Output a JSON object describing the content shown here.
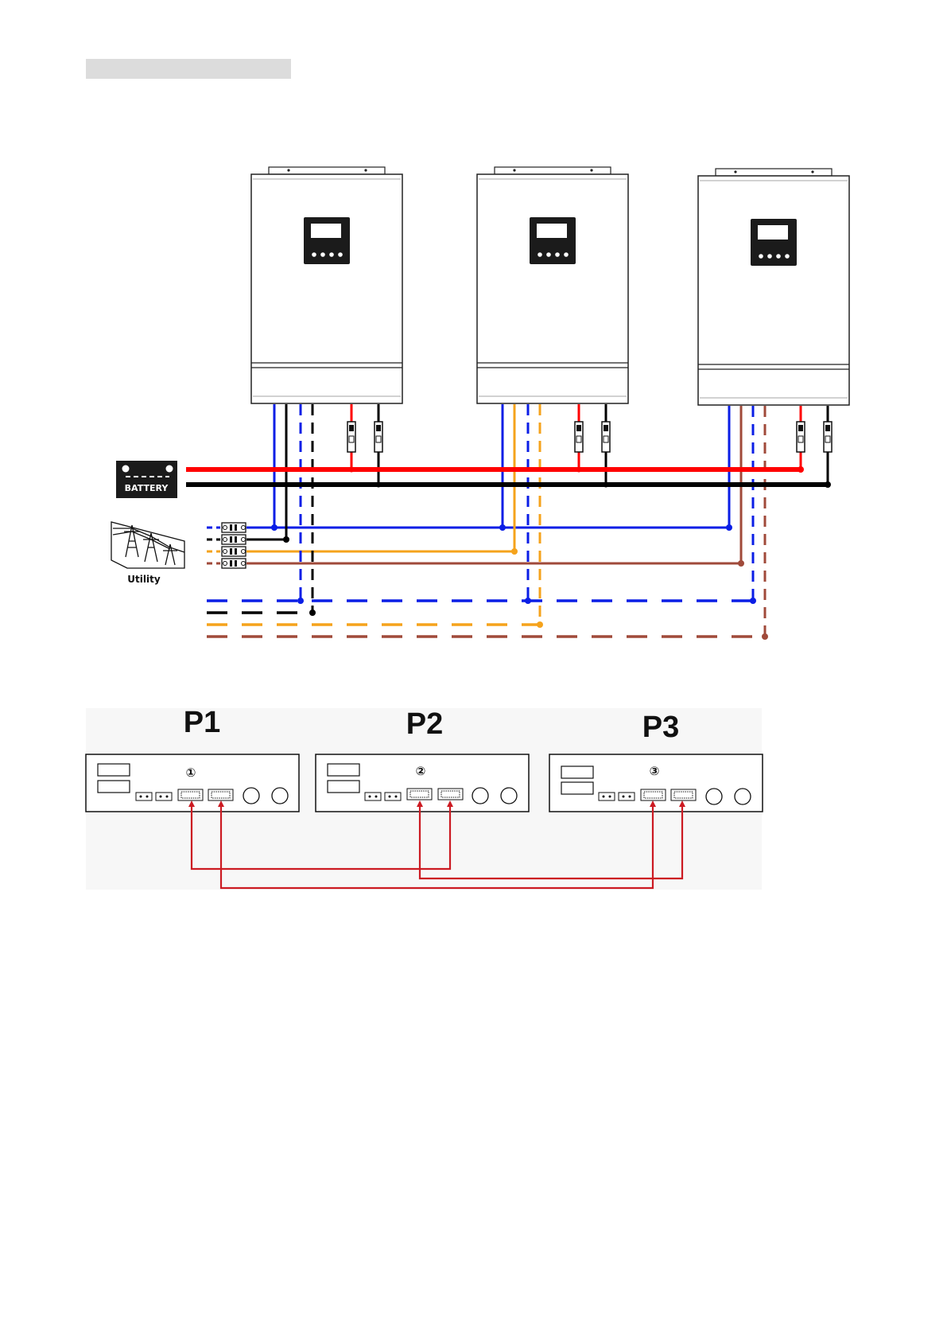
{
  "heading": "",
  "labels": {
    "battery": "BATTERY",
    "utility": "Utility"
  },
  "panels": [
    {
      "id": "P1",
      "number": "①"
    },
    {
      "id": "P2",
      "number": "②"
    },
    {
      "id": "P3",
      "number": "③"
    }
  ],
  "colors": {
    "dc_positive": "#ff0000",
    "dc_negative": "#000000",
    "wire_blue": "#0a1ee6",
    "wire_black": "#000000",
    "wire_orange": "#f5a31c",
    "wire_brown": "#a04a3a",
    "parallel_cable": "#cc1a22",
    "heading_bar": "#dcdcdc"
  },
  "icons": [
    "inverter-unit-icon",
    "lcd-display-icon",
    "breaker-icon",
    "battery-icon",
    "utility-tower-icon",
    "db9-port-icon"
  ]
}
